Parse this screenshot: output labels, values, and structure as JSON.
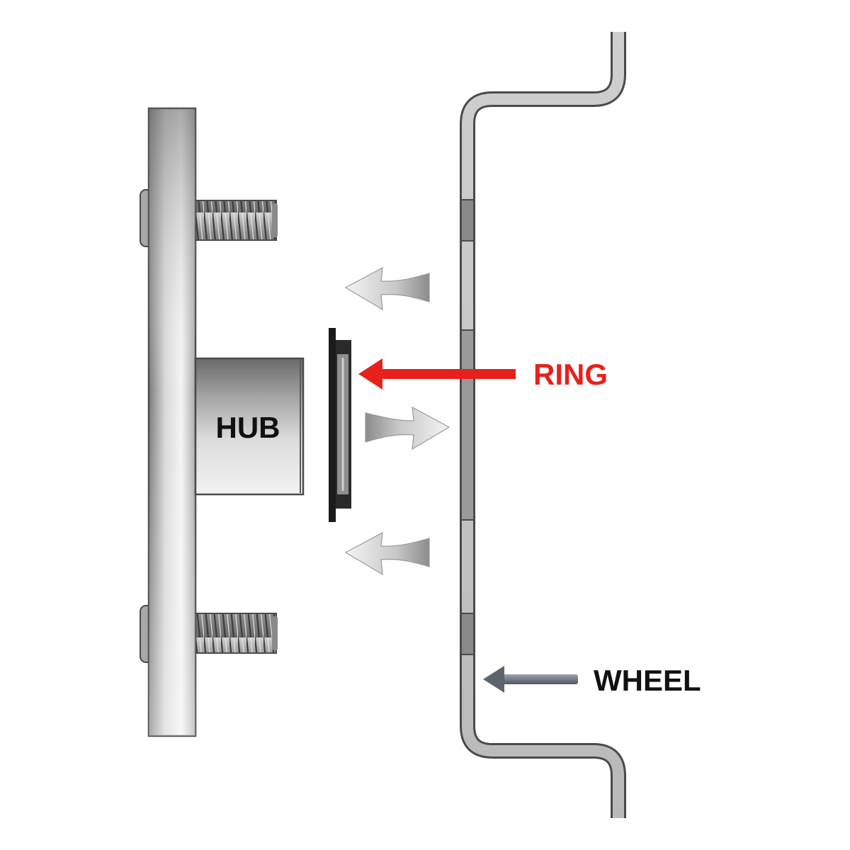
{
  "labels": {
    "hub": "HUB",
    "ring": "RING",
    "wheel": "WHEEL"
  },
  "colors": {
    "ring_accent": "#e8201c",
    "wheel_pointer": "#66707a",
    "label_dark": "#111111",
    "metal_light": "#f1f1f1",
    "metal_dark": "#6f6f6f",
    "outline": "#4a4a4a"
  },
  "icons": {
    "flow_arrows": [
      "left-arrow-icon",
      "right-arrow-icon",
      "left-arrow-icon"
    ],
    "ring_pointer": "left-arrow-icon",
    "wheel_pointer": "left-arrow-icon"
  }
}
